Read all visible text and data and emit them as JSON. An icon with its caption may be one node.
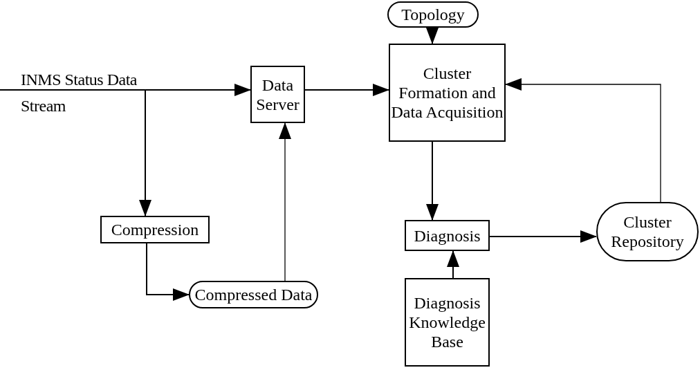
{
  "diagram": {
    "nodes": [
      {
        "text": [
          "Topology"
        ]
      },
      {
        "text": [
          "Cluster Formation and Data Acquisition"
        ]
      },
      {
        "text": [
          "Data Server"
        ]
      },
      {
        "text": [
          "Compression"
        ]
      },
      {
        "text": [
          "Diagnosis"
        ]
      },
      {
        "text": [
          "Cluster Repository"
        ]
      },
      {
        "text": [
          "Compressed Data"
        ]
      },
      {
        "text": [
          "Diagnosis Knowledge Base"
        ]
      }
    ],
    "edges": [
      {
        "from": null,
        "to": 2,
        "arrow": "to",
        "label": "INMS Status Data Stream"
      },
      {
        "from": null,
        "to": 3,
        "arrow": "to"
      },
      {
        "from": 2,
        "to": 1,
        "arrow": "to"
      },
      {
        "from": 0,
        "to": 1,
        "arrow": "to"
      },
      {
        "from": 1,
        "to": 4,
        "arrow": "to"
      },
      {
        "from": 4,
        "to": 5,
        "arrow": "to"
      },
      {
        "from": 5,
        "to": 1,
        "arrow": "to"
      },
      {
        "from": 7,
        "to": 4,
        "arrow": "to"
      },
      {
        "from": 3,
        "to": 6,
        "arrow": "to"
      },
      {
        "from": 6,
        "to": 2,
        "arrow": "to"
      }
    ]
  }
}
